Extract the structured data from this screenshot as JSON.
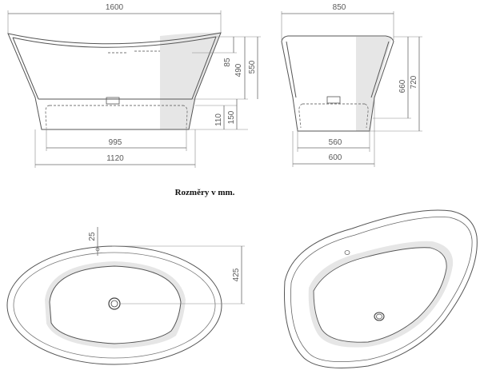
{
  "front_view": {
    "overall_length": "1600",
    "inner_rim_drop": "85",
    "inner_depth": "490",
    "total_height": "550",
    "plinth_height": "110",
    "plinth_height_outer": "150",
    "base_length_inner": "995",
    "base_length_outer": "1120"
  },
  "side_view": {
    "overall_width": "850",
    "inner_height": "660",
    "total_height": "720",
    "base_width_inner": "560",
    "base_width_outer": "600"
  },
  "caption": "Rozměry v mm.",
  "top_view": {
    "rim_width": "25",
    "half_width": "425"
  }
}
